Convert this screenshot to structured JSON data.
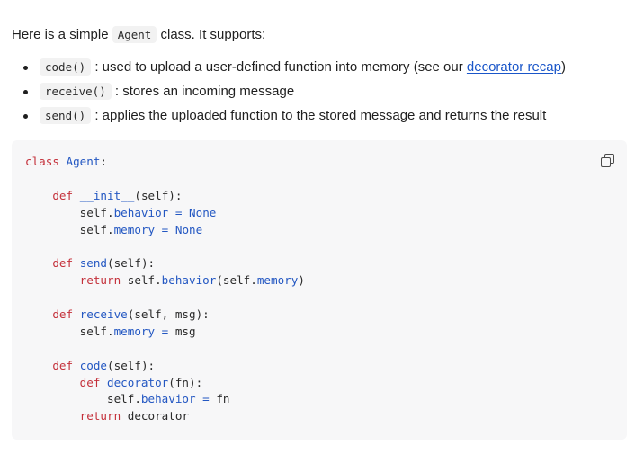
{
  "intro": {
    "before": "Here is a simple ",
    "code": "Agent",
    "after": " class. It supports:"
  },
  "bullets": [
    {
      "code": "code()",
      "text": " : used to upload a user-defined function into memory (see our ",
      "link": "decorator recap",
      "after": ")"
    },
    {
      "code": "receive()",
      "text": " : stores an incoming message"
    },
    {
      "code": "send()",
      "text": " : applies the uploaded function to the stored message and returns the result"
    }
  ],
  "code_block": {
    "copy_icon": "copy-icon",
    "lines": [
      [
        "kw:class ",
        "fn:Agent",
        "p::"
      ],
      [],
      [
        "p:    ",
        "kw:def ",
        "fn:__init__",
        "p:(self):"
      ],
      [
        "p:        self.",
        "attr:behavior",
        "p: ",
        "op:=",
        "p: ",
        "const:None"
      ],
      [
        "p:        self.",
        "attr:memory",
        "p: ",
        "op:=",
        "p: ",
        "const:None"
      ],
      [],
      [
        "p:    ",
        "kw:def ",
        "fn:send",
        "p:(self):"
      ],
      [
        "p:        ",
        "kw:return ",
        "p:self.",
        "attr:behavior",
        "p:(self.",
        "attr:memory",
        "p:)"
      ],
      [],
      [
        "p:    ",
        "kw:def ",
        "fn:receive",
        "p:(self, msg):"
      ],
      [
        "p:        self.",
        "attr:memory",
        "p: ",
        "op:=",
        "p: msg"
      ],
      [],
      [
        "p:    ",
        "kw:def ",
        "fn:code",
        "p:(self):"
      ],
      [
        "p:        ",
        "kw:def ",
        "fn:decorator",
        "p:(fn):"
      ],
      [
        "p:            self.",
        "attr:behavior",
        "p: ",
        "op:=",
        "p: fn"
      ],
      [
        "p:        ",
        "kw:return ",
        "p:decorator"
      ]
    ]
  },
  "colors": {
    "keyword": "#c4303a",
    "function": "#2357c2",
    "link": "#1a56c9",
    "code_bg": "#f7f7f8"
  }
}
